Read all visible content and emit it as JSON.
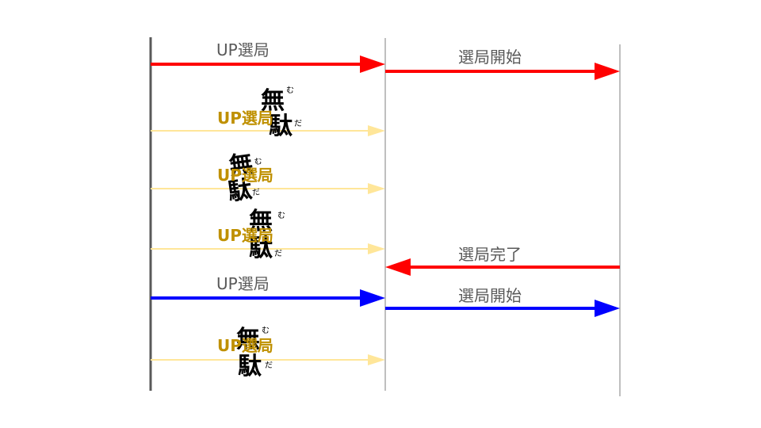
{
  "messages": {
    "up_tune_1": "UP選局",
    "tune_start_1": "選局開始",
    "up_tune_dup_1": "UP選局",
    "up_tune_dup_2": "UP選局",
    "up_tune_dup_3": "UP選局",
    "tune_done": "選局完了",
    "up_tune_2": "UP選局",
    "tune_start_2": "選局開始",
    "up_tune_dup_4": "UP選局"
  },
  "stamp": {
    "text_main_1": "無",
    "text_main_2": "駄",
    "ruby_1": "む",
    "ruby_2": "だ"
  },
  "colors": {
    "lifeline_left": "#595959",
    "lifeline": "#7f7f7f",
    "red_arrow": "#ff0000",
    "blue_arrow": "#0000ff",
    "ignored_arrow": "#ffe699",
    "ignored_label": "#bf9000",
    "label": "#595959",
    "stamp_ink": "#000000"
  },
  "icons": {
    "stamp": "muda-brush-stamp-icon",
    "arrowhead": "triangle-arrowhead-icon"
  }
}
